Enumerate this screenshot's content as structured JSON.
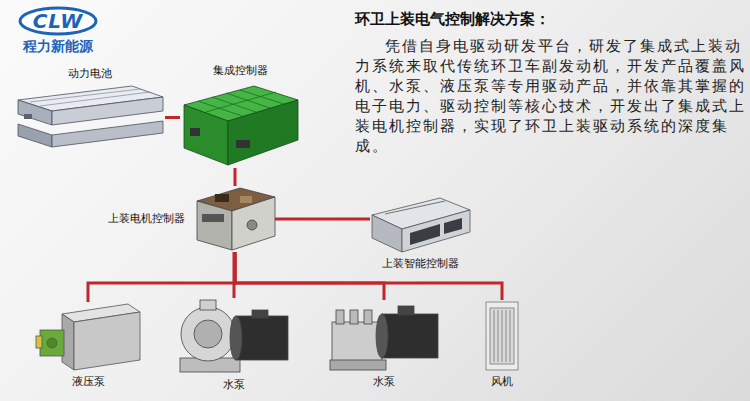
{
  "diagram": {
    "title": "环卫上装电气控制解决方案：",
    "nodes": [
      {
        "text": [
          "动力电池"
        ]
      },
      {
        "text": [
          "集成控制器"
        ]
      },
      {
        "text": [
          "上装电机控制器"
        ]
      },
      {
        "text": [
          "上装智能控制器"
        ]
      },
      {
        "text": [
          "液压泵"
        ]
      },
      {
        "text": [
          "水泵"
        ]
      },
      {
        "text": [
          "水泵"
        ]
      },
      {
        "text": [
          "风机"
        ]
      }
    ],
    "edges": [
      {
        "from": 0,
        "to": 1,
        "arrow": "none"
      },
      {
        "from": 1,
        "to": 2,
        "arrow": "none"
      },
      {
        "from": 2,
        "to": 3,
        "arrow": "none"
      },
      {
        "from": 2,
        "to": 4,
        "arrow": "none"
      },
      {
        "from": 2,
        "to": 5,
        "arrow": "none"
      },
      {
        "from": 2,
        "to": 6,
        "arrow": "none"
      },
      {
        "from": 2,
        "to": 7,
        "arrow": "none"
      }
    ],
    "labels": [
      "CLW",
      "程力新能源",
      "凭借自身电驱动研发平台，研发了集成式上装动力系统来取代传统环卫车副发动机，开发产品覆盖风机、水泵、液压泵等专用驱动产品，并依靠其掌握的电子电力、驱动控制等核心技术，开发出了集成式上装电机控制器，实现了环卫上装驱动系统的深度集成。"
    ]
  }
}
